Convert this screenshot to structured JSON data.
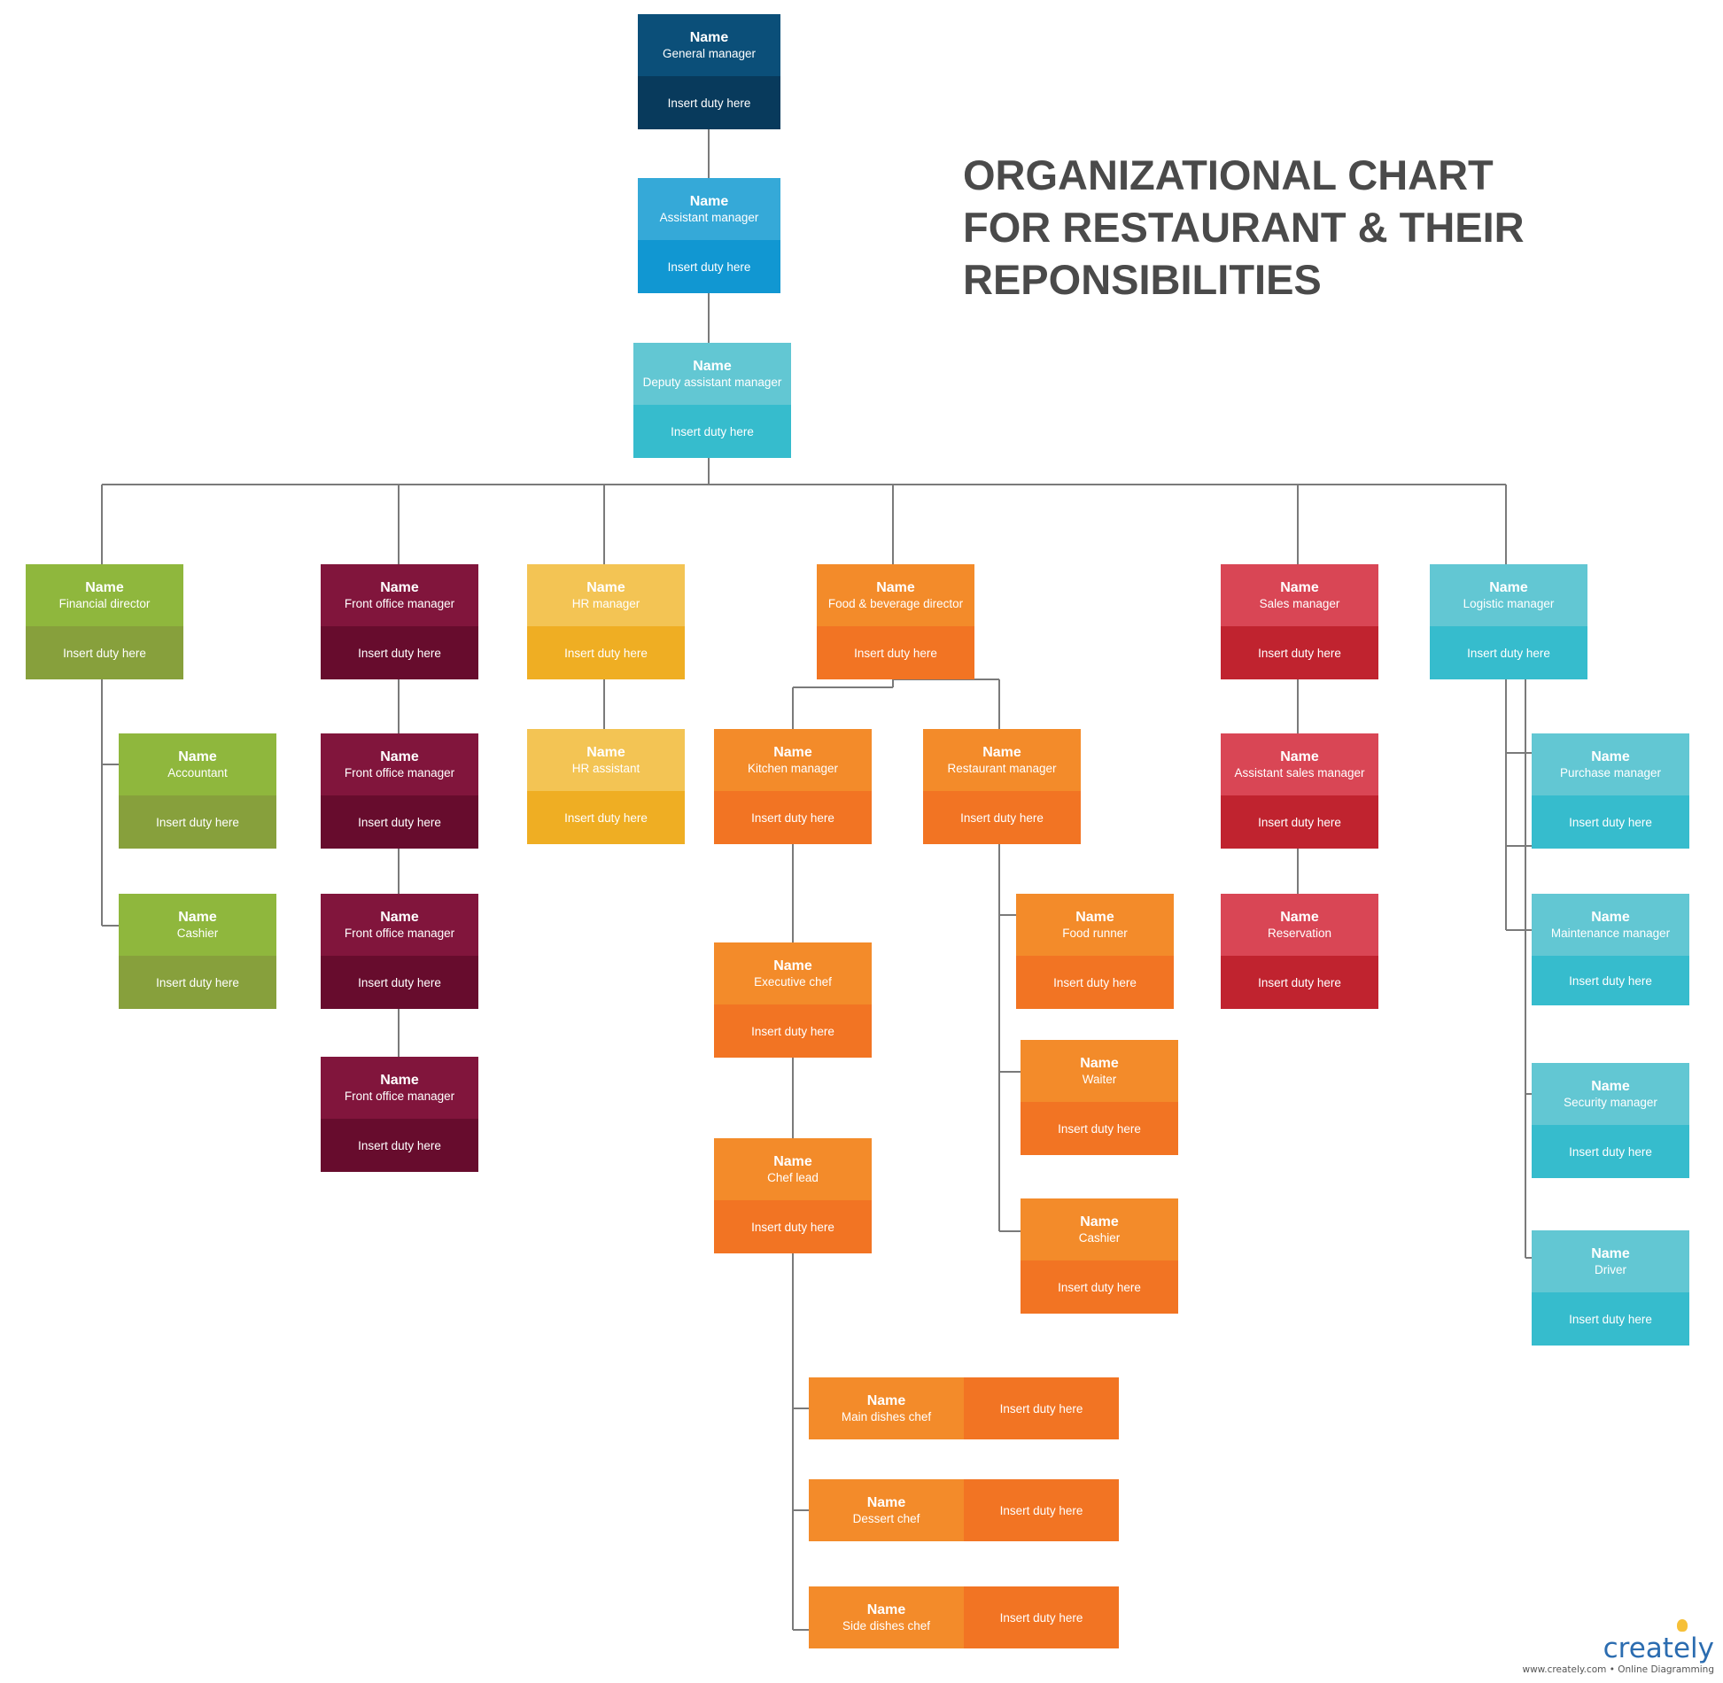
{
  "title_lines": [
    "ORGANIZATIONAL CHART",
    "FOR RESTAURANT & THEIR",
    "REPONSIBILITIES"
  ],
  "brand": {
    "wordmark": "creately",
    "tagline": "www.creately.com • Online Diagramming",
    "icon": "lightbulb-icon"
  },
  "colors": {
    "navy": [
      "#0b4f79",
      "#083a5c"
    ],
    "blue": [
      "#35a9d8",
      "#1197d2"
    ],
    "aqua": [
      "#62c7d3",
      "#36bccd"
    ],
    "green": [
      "#8fb73d",
      "#87a03c"
    ],
    "wine": [
      "#81153c",
      "#670c2d"
    ],
    "yellow": [
      "#f3c454",
      "#efae23"
    ],
    "orange": [
      "#f38b2a",
      "#f27423"
    ],
    "red": [
      "#d94655",
      "#c0232f"
    ],
    "teal": [
      "#62c7d3",
      "#36bccd"
    ]
  },
  "nodes": [
    {
      "id": "general-manager",
      "color": "navy",
      "name": "Name",
      "role": "General manager",
      "duty": "Insert duty here"
    },
    {
      "id": "assistant-manager",
      "color": "blue",
      "name": "Name",
      "role": "Assistant manager",
      "duty": "Insert duty here"
    },
    {
      "id": "deputy-assistant-manager",
      "color": "aqua",
      "name": "Name",
      "role": "Deputy assistant manager",
      "duty": "Insert duty here"
    },
    {
      "id": "financial-director",
      "color": "green",
      "name": "Name",
      "role": "Financial director",
      "duty": "Insert duty here"
    },
    {
      "id": "accountant",
      "color": "green",
      "name": "Name",
      "role": "Accountant",
      "duty": "Insert duty here"
    },
    {
      "id": "cashier-finance",
      "color": "green",
      "name": "Name",
      "role": "Cashier",
      "duty": "Insert duty here"
    },
    {
      "id": "front-office-manager-1",
      "color": "wine",
      "name": "Name",
      "role": "Front office manager",
      "duty": "Insert duty here"
    },
    {
      "id": "front-office-manager-2",
      "color": "wine",
      "name": "Name",
      "role": "Front office manager",
      "duty": "Insert duty here"
    },
    {
      "id": "front-office-manager-3",
      "color": "wine",
      "name": "Name",
      "role": "Front office manager",
      "duty": "Insert duty here"
    },
    {
      "id": "front-office-manager-4",
      "color": "wine",
      "name": "Name",
      "role": "Front office manager",
      "duty": "Insert duty here"
    },
    {
      "id": "hr-manager",
      "color": "yellow",
      "name": "Name",
      "role": "HR manager",
      "duty": "Insert duty here"
    },
    {
      "id": "hr-assistant",
      "color": "yellow",
      "name": "Name",
      "role": "HR assistant",
      "duty": "Insert duty here"
    },
    {
      "id": "food-beverage-director",
      "color": "orange",
      "name": "Name",
      "role": "Food & beverage director",
      "duty": "Insert duty here"
    },
    {
      "id": "kitchen-manager",
      "color": "orange",
      "name": "Name",
      "role": "Kitchen manager",
      "duty": "Insert duty here"
    },
    {
      "id": "restaurant-manager",
      "color": "orange",
      "name": "Name",
      "role": "Restaurant manager",
      "duty": "Insert duty here"
    },
    {
      "id": "executive-chef",
      "color": "orange",
      "name": "Name",
      "role": "Executive chef",
      "duty": "Insert duty here"
    },
    {
      "id": "chef-lead",
      "color": "orange",
      "name": "Name",
      "role": "Chef lead",
      "duty": "Insert duty here"
    },
    {
      "id": "main-dishes-chef",
      "color": "orange",
      "name": "Name",
      "role": "Main dishes chef",
      "duty": "Insert duty here"
    },
    {
      "id": "dessert-chef",
      "color": "orange",
      "name": "Name",
      "role": "Dessert chef",
      "duty": "Insert duty here"
    },
    {
      "id": "side-dishes-chef",
      "color": "orange",
      "name": "Name",
      "role": "Side dishes chef",
      "duty": "Insert duty here"
    },
    {
      "id": "food-runner",
      "color": "orange",
      "name": "Name",
      "role": "Food runner",
      "duty": "Insert duty here"
    },
    {
      "id": "waiter",
      "color": "orange",
      "name": "Name",
      "role": "Waiter",
      "duty": "Insert duty here"
    },
    {
      "id": "cashier-restaurant",
      "color": "orange",
      "name": "Name",
      "role": "Cashier",
      "duty": "Insert duty here"
    },
    {
      "id": "sales-manager",
      "color": "red",
      "name": "Name",
      "role": "Sales manager",
      "duty": "Insert duty here"
    },
    {
      "id": "assistant-sales-manager",
      "color": "red",
      "name": "Name",
      "role": "Assistant sales manager",
      "duty": "Insert duty here"
    },
    {
      "id": "reservation",
      "color": "red",
      "name": "Name",
      "role": "Reservation",
      "duty": "Insert duty here"
    },
    {
      "id": "logistic-manager",
      "color": "teal",
      "name": "Name",
      "role": "Logistic manager",
      "duty": "Insert duty here"
    },
    {
      "id": "purchase-manager",
      "color": "teal",
      "name": "Name",
      "role": "Purchase manager",
      "duty": "Insert duty here"
    },
    {
      "id": "maintenance-manager",
      "color": "teal",
      "name": "Name",
      "role": "Maintenance manager",
      "duty": "Insert duty here"
    },
    {
      "id": "security-manager",
      "color": "teal",
      "name": "Name",
      "role": "Security manager",
      "duty": "Insert duty here"
    },
    {
      "id": "driver",
      "color": "teal",
      "name": "Name",
      "role": "Driver",
      "duty": "Insert duty here"
    }
  ]
}
